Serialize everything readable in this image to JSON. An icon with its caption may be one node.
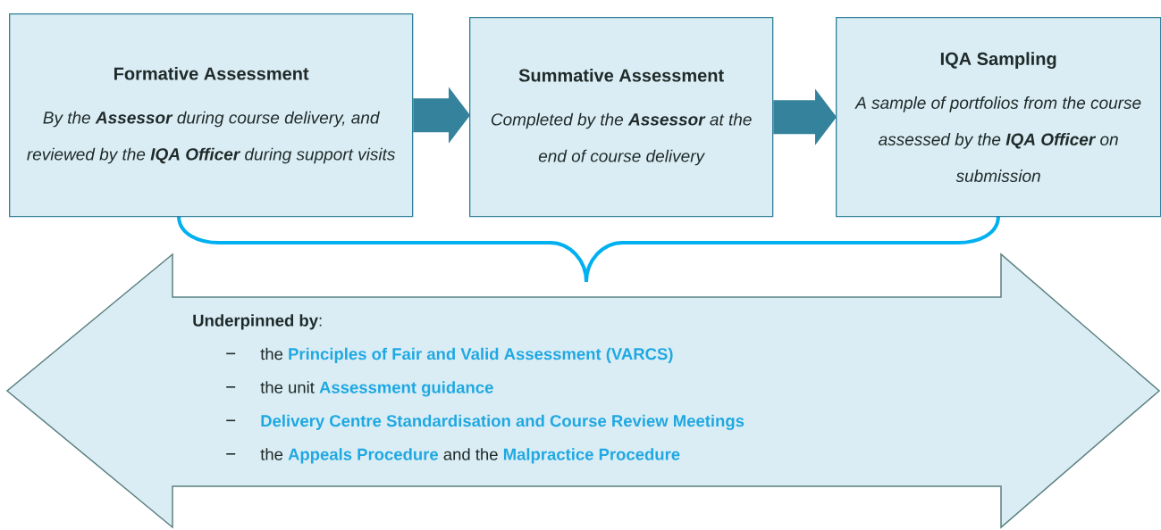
{
  "diagram": {
    "nodes": [
      {
        "text": [
          "Formative Assessment",
          "By the **Assessor** during course delivery, and reviewed by the **IQA Officer** during support visits"
        ]
      },
      {
        "text": [
          "Summative Assessment",
          "Completed by the **Assessor** at the end of course delivery"
        ]
      },
      {
        "text": [
          "IQA Sampling",
          "A sample of portfolios from the course assessed by the **IQA Officer** on submission"
        ]
      },
      {
        "text": [
          "**Underpinned by**:",
          "the **Principles of Fair and Valid Assessment (VARCS)**",
          "the unit **Assessment guidance**",
          "**Delivery Centre Standardisation and Course Review Meetings**",
          "the **Appeals Procedure** and the **Malpractice Procedure**"
        ]
      }
    ],
    "edges": [
      {
        "from": 0,
        "to": 1,
        "arrow": "to"
      },
      {
        "from": 1,
        "to": 2,
        "arrow": "to"
      }
    ]
  }
}
